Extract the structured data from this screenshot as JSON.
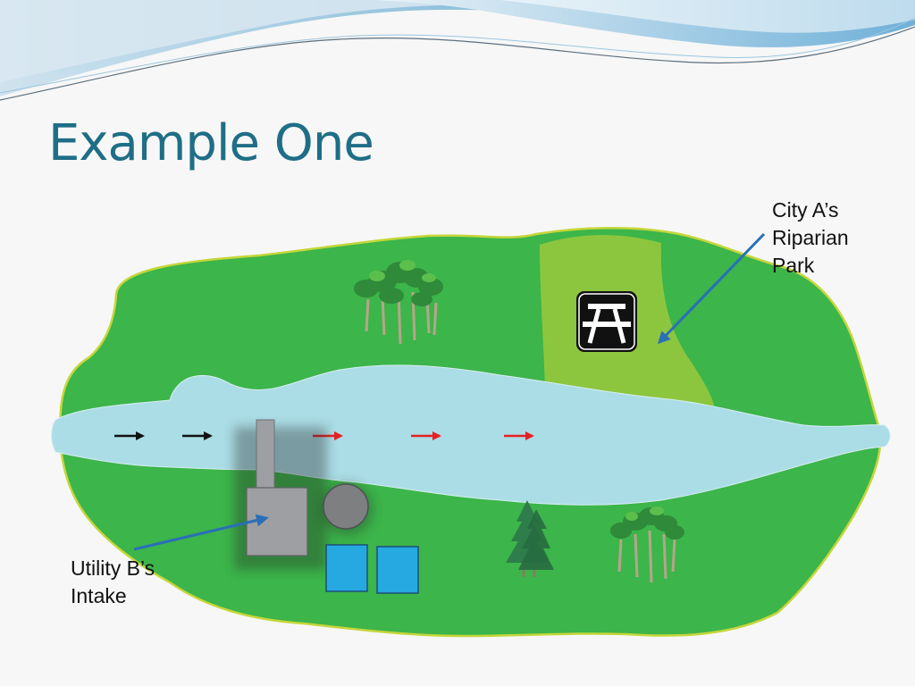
{
  "slide": {
    "title": "Example One"
  },
  "callouts": {
    "park": {
      "lines": [
        "City A’s",
        "Riparian",
        "Park"
      ]
    },
    "intake": {
      "lines": [
        "Utility B’s",
        "Intake"
      ]
    }
  },
  "colors": {
    "title": "#1f6e87",
    "land": "#3cb54a",
    "park": "#8cc63f",
    "river": "#abdde6",
    "upstream_arrow": "#111111",
    "downstream_arrow": "#e52222",
    "leader_arrow": "#2a6fb8",
    "building": "#9d9fa2",
    "tank": "#7d7f81",
    "basin": "#26a9e0"
  },
  "icons": {
    "park_marker": "picnic-table-icon",
    "trees": "tree-cluster-icon",
    "conifer": "pine-tree-icon"
  },
  "flow": {
    "upstream_arrow_count": 2,
    "downstream_arrow_count": 3
  }
}
